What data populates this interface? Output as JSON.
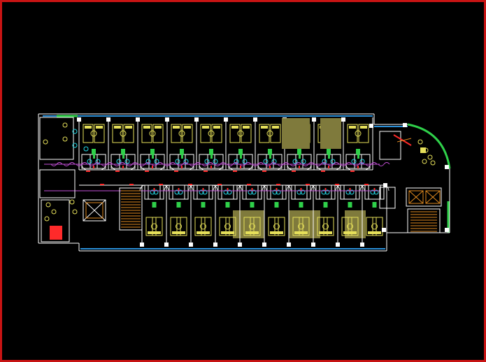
{
  "palette": {
    "background": "#000000",
    "frame": "#c81414",
    "wall": "#ffffff",
    "glazing": "#2a8fd8",
    "curtain": "#c24fd6",
    "furniture": "#e6e05a",
    "partition": "#2fd04a",
    "column": "#ffffff",
    "accent": "#ff2a2a",
    "cyan": "#23d9e6",
    "orange": "#e08a20",
    "olive": "#7f7a3c"
  },
  "icons": {
    "elevator": "elevator-icon",
    "stair": "stair-icon",
    "fire_hydrant": "fire-hydrant-icon"
  },
  "plan": {
    "top_rooms": 10,
    "bottom_rooms": 10,
    "elevators_west": 1,
    "elevators_east": 2,
    "stairs": 2
  }
}
